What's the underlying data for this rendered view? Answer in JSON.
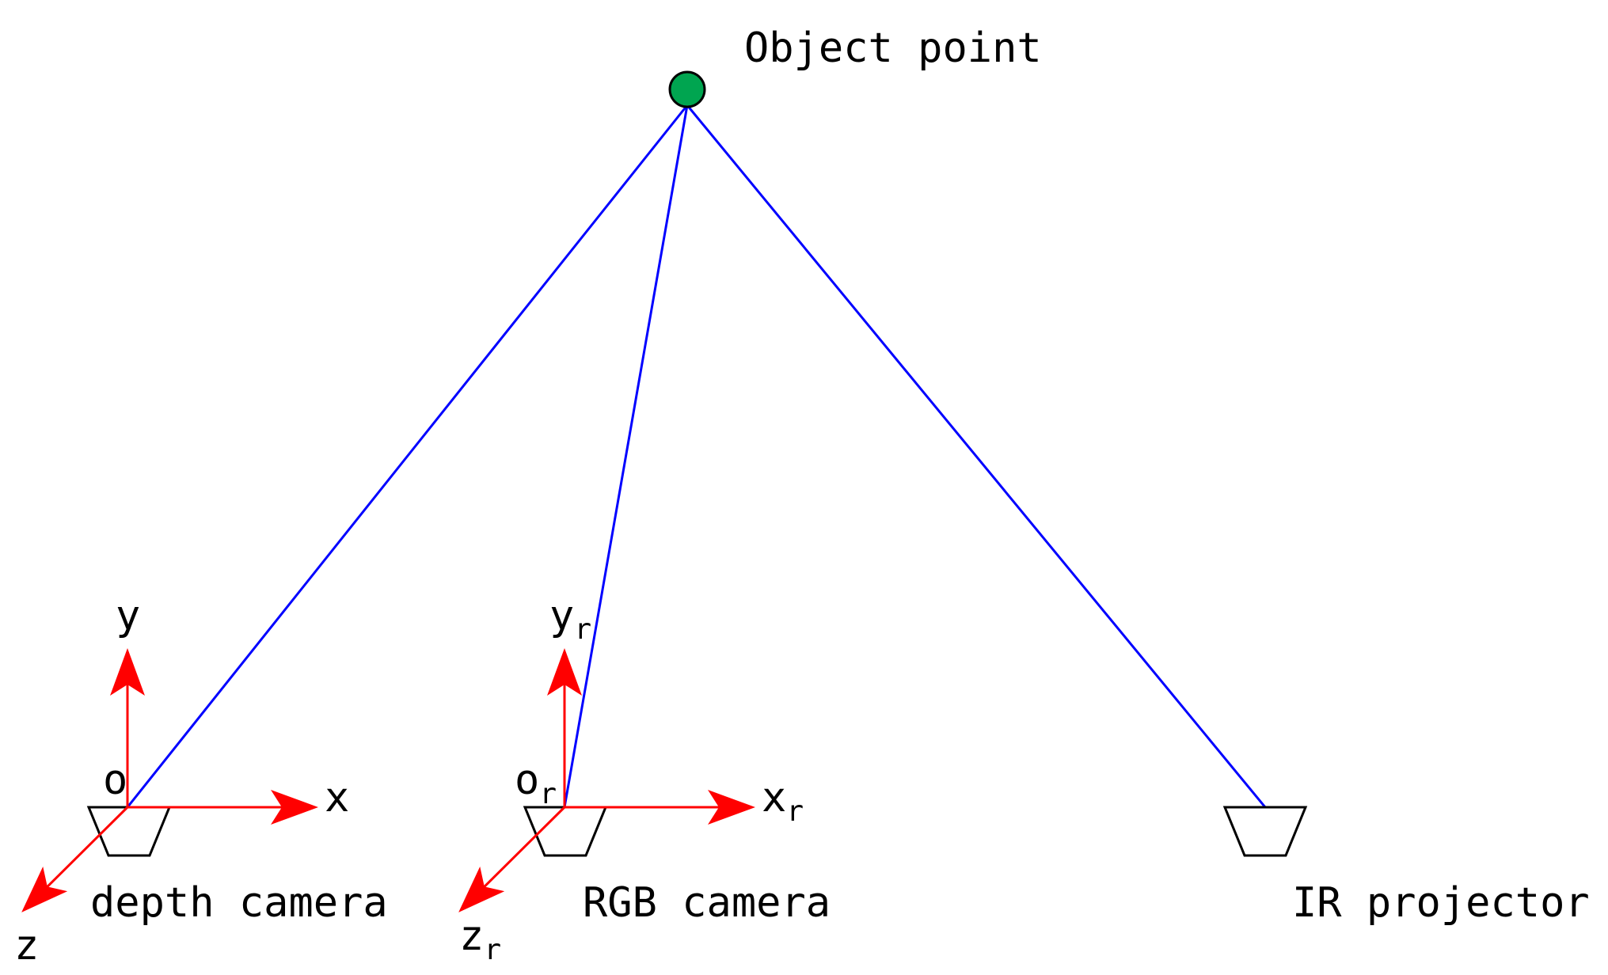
{
  "labels": {
    "object_point": "Object point",
    "depth_camera": "depth camera",
    "rgb_camera": "RGB camera",
    "ir_projector": "IR projector"
  },
  "depth_axes": {
    "origin": "o",
    "x": "x",
    "y": "y",
    "z": "z"
  },
  "rgb_axes": {
    "origin": "o",
    "x": "x",
    "y": "y",
    "z": "z",
    "subscript": "r"
  },
  "colors": {
    "ray": "#0000ff",
    "axis": "#ff0000",
    "object_fill": "#00a550",
    "outline": "#000000"
  }
}
